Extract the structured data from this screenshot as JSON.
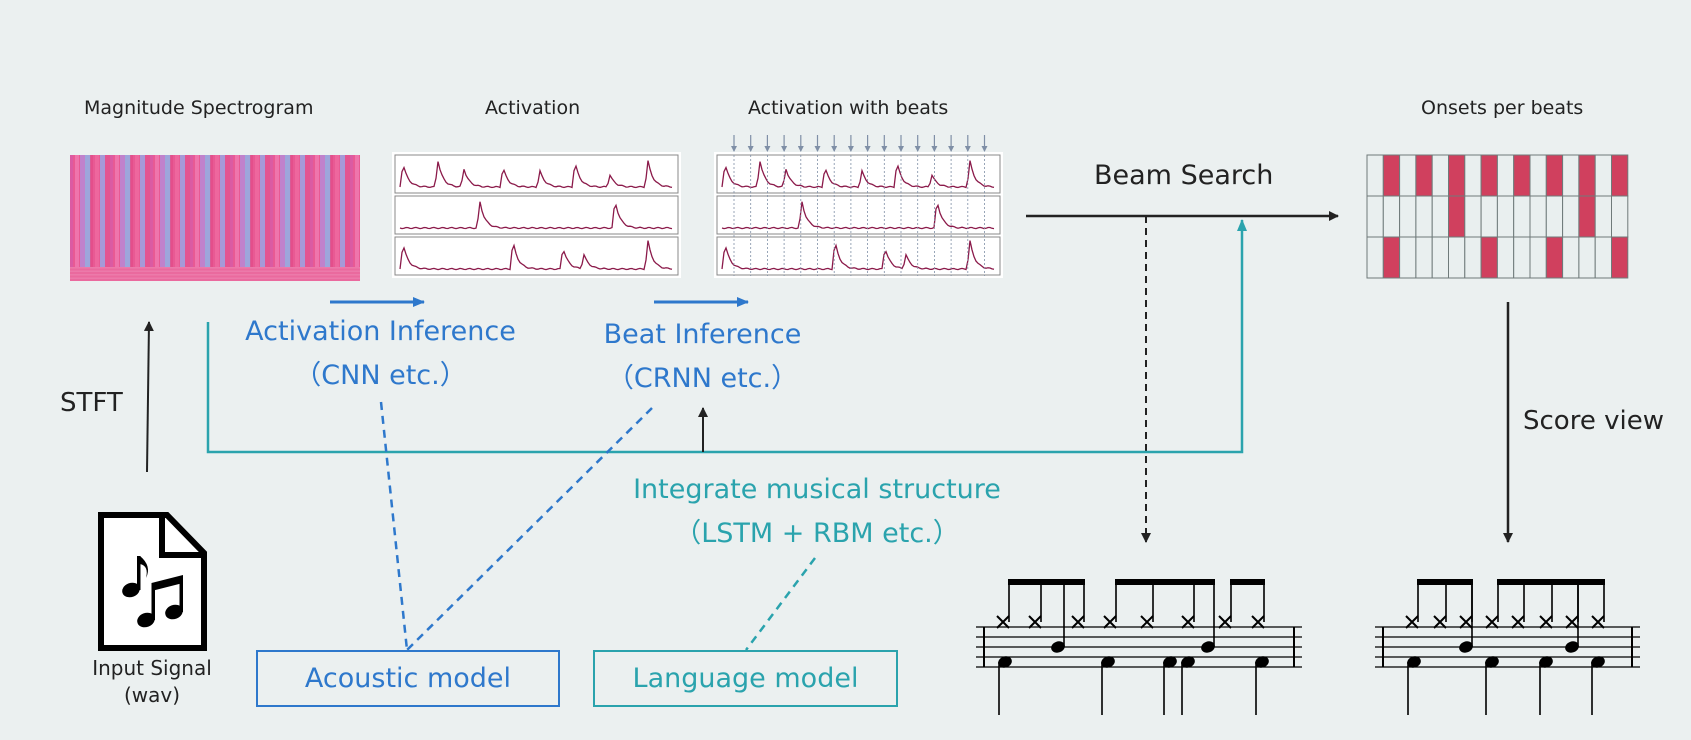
{
  "captions": {
    "spectrogram": "Magnitude Spectrogram",
    "activation": "Activation",
    "activation_beats": "Activation with beats",
    "onsets": "Onsets per beats"
  },
  "steps": {
    "stft": "STFT",
    "beam_search": "Beam Search",
    "score_view": "Score view",
    "activation_inference": "Activation Inference",
    "activation_inference_sub": "（CNN etc.）",
    "beat_inference": "Beat Inference",
    "beat_inference_sub": "（CRNN etc.）",
    "integrate": "Integrate musical structure",
    "integrate_sub": "（LSTM + RBM etc.）"
  },
  "input": {
    "line1": "Input Signal",
    "line2": "(wav)",
    "icon": "music-file-icon"
  },
  "models": {
    "acoustic": "Acoustic model",
    "language": "Language model"
  },
  "onset_grid": {
    "rows": 3,
    "cols": 16,
    "filled": [
      [
        1,
        3,
        5,
        7,
        9,
        11,
        13,
        15
      ],
      [
        5,
        13
      ],
      [
        1,
        7,
        11,
        15
      ]
    ]
  },
  "colors": {
    "background": "#ebf0f0",
    "blue": "#2e78cc",
    "teal": "#2aa3ad",
    "onset_fill": "#d0405e",
    "activation_line": "#8b1a4a"
  }
}
